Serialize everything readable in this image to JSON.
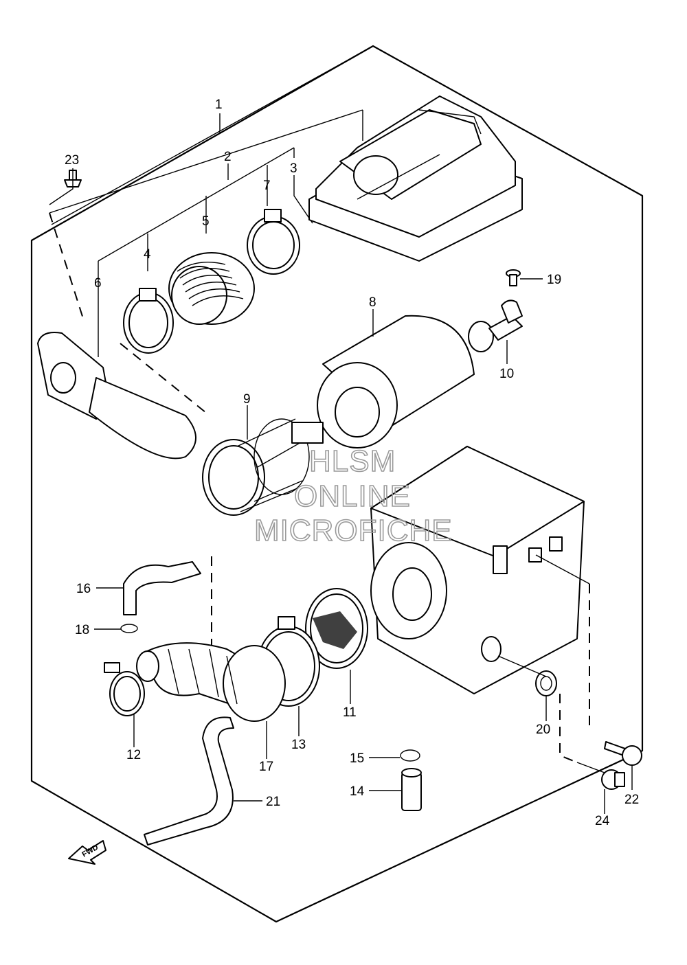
{
  "diagram": {
    "callouts": [
      {
        "id": "c1",
        "label": "1"
      },
      {
        "id": "c2",
        "label": "2"
      },
      {
        "id": "c3",
        "label": "3"
      },
      {
        "id": "c4",
        "label": "4"
      },
      {
        "id": "c5",
        "label": "5"
      },
      {
        "id": "c6",
        "label": "6"
      },
      {
        "id": "c7",
        "label": "7"
      },
      {
        "id": "c8",
        "label": "8"
      },
      {
        "id": "c9",
        "label": "9"
      },
      {
        "id": "c10",
        "label": "10"
      },
      {
        "id": "c11",
        "label": "11"
      },
      {
        "id": "c12",
        "label": "12"
      },
      {
        "id": "c13",
        "label": "13"
      },
      {
        "id": "c14",
        "label": "14"
      },
      {
        "id": "c15",
        "label": "15"
      },
      {
        "id": "c16",
        "label": "16"
      },
      {
        "id": "c17",
        "label": "17"
      },
      {
        "id": "c18",
        "label": "18"
      },
      {
        "id": "c19",
        "label": "19"
      },
      {
        "id": "c20",
        "label": "20"
      },
      {
        "id": "c21",
        "label": "21"
      },
      {
        "id": "c22",
        "label": "22"
      },
      {
        "id": "c23",
        "label": "23"
      },
      {
        "id": "c24",
        "label": "24"
      }
    ],
    "direction_arrow": "FWD",
    "watermark": [
      "HLSM",
      "ONLINE",
      "MICROFICHE"
    ]
  }
}
